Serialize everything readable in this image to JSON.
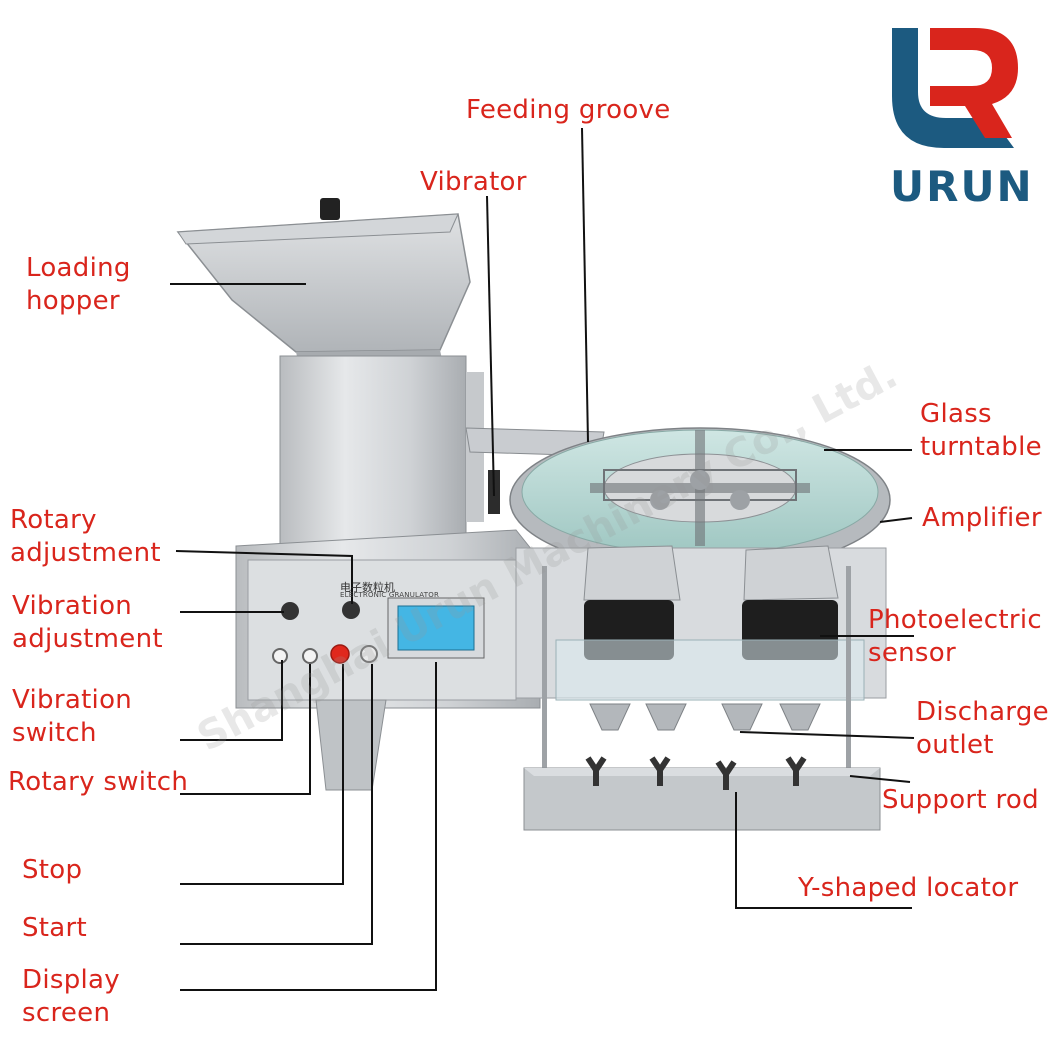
{
  "brand": {
    "name": "URUN",
    "colors": {
      "blue": "#1c5a80",
      "red": "#d9251c"
    }
  },
  "watermark": "Shanghai Urun Machinery Co., Ltd.",
  "machine": {
    "panel_title": "电子数粒机",
    "panel_subtitle": "ELECTRONIC GRANULATOR"
  },
  "labels": {
    "feeding_groove": "Feeding groove",
    "vibrator": "Vibrator",
    "loading_hopper": "Loading\nhopper",
    "glass_turntable": "Glass\nturntable",
    "amplifier": "Amplifier",
    "rotary_adjustment": "Rotary\nadjustment",
    "vibration_adjustment": "Vibration\nadjustment",
    "photoelectric_sensor": "Photoelectric\nsensor",
    "vibration_switch": "Vibration\nswitch",
    "discharge_outlet": "Discharge\noutlet",
    "rotary_switch": "Rotary switch",
    "support_rod": "Support rod",
    "stop": "Stop",
    "y_shaped_locator": "Y-shaped locator",
    "start": "Start",
    "display_screen": "Display\nscreen"
  }
}
